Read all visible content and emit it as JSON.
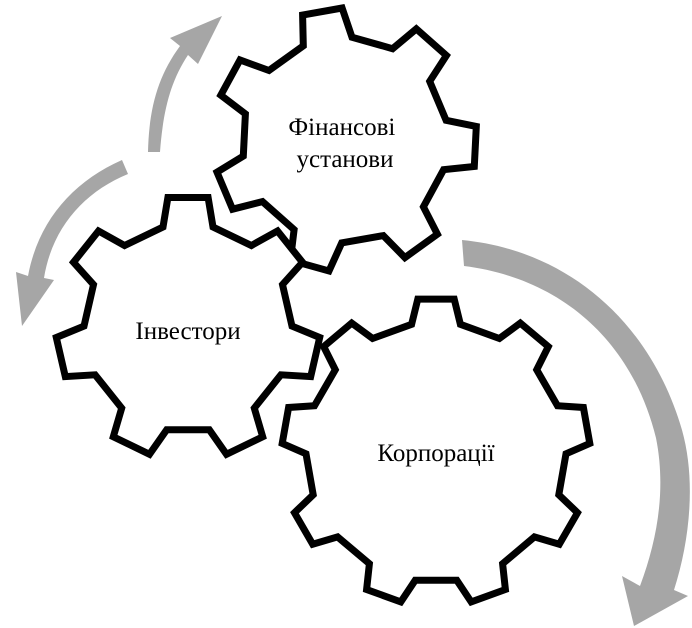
{
  "gears": [
    {
      "id": "financial-institutions",
      "lines": [
        "Фінансові",
        "установи"
      ]
    },
    {
      "id": "investors",
      "lines": [
        "Інвестори"
      ]
    },
    {
      "id": "corporations",
      "lines": [
        "Корпорації"
      ]
    }
  ],
  "colors": {
    "gear_fill": "#ffffff",
    "gear_outline": "#000000",
    "arrow": "#a6a6a6"
  }
}
